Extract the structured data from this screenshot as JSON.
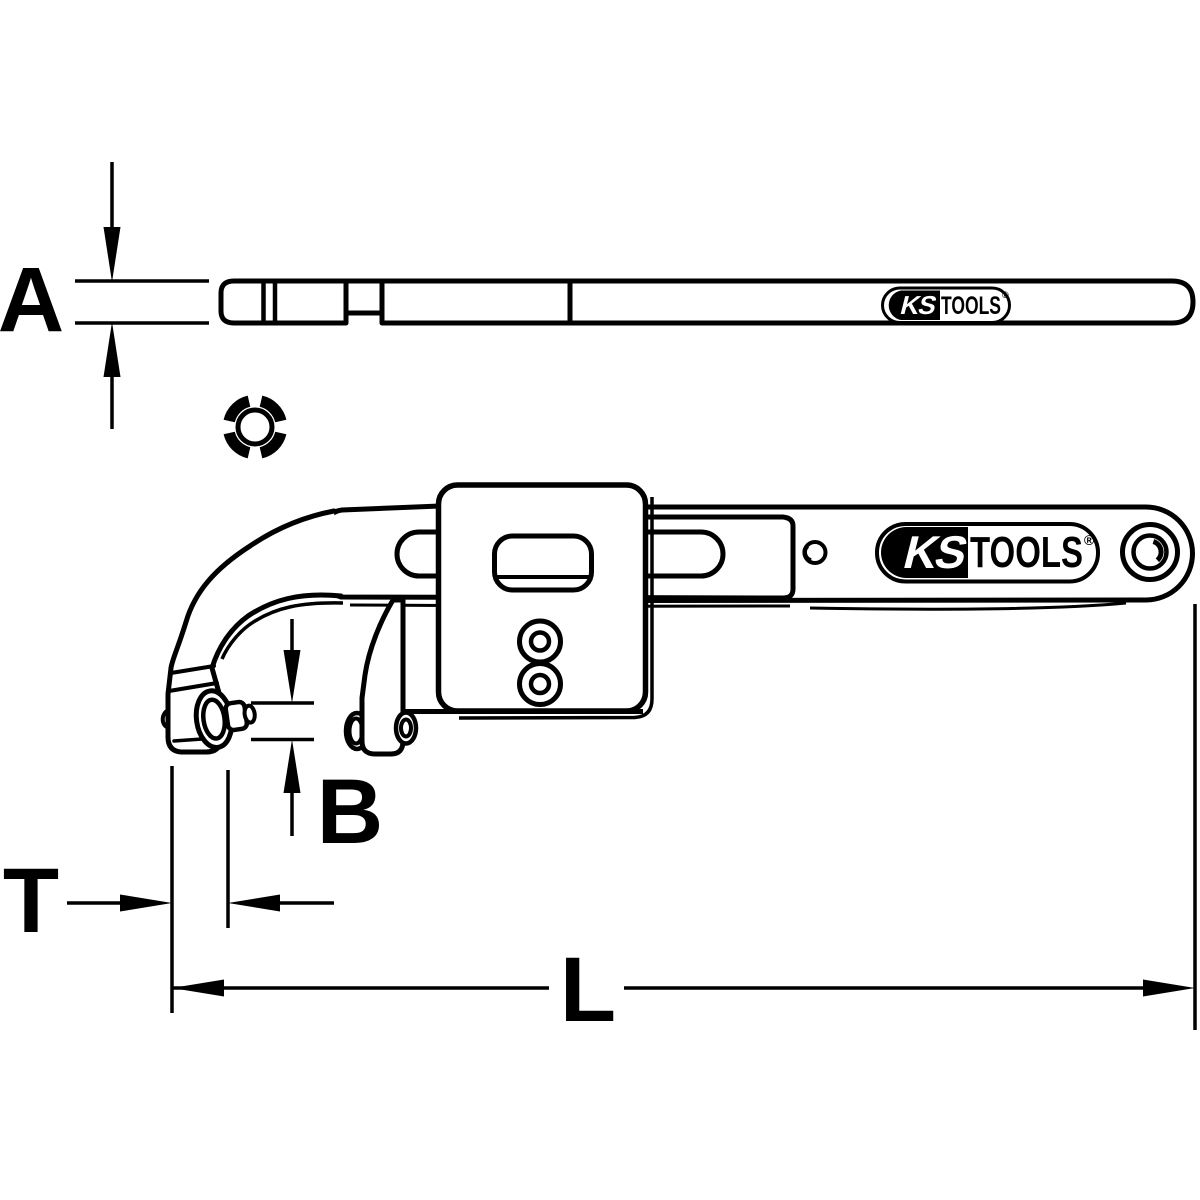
{
  "dimension_labels": {
    "a": "A",
    "b": "B",
    "t": "T",
    "l": "L"
  },
  "brand_logo": {
    "left_text": "KS",
    "right_text": "TOOLS",
    "registered_mark": "®"
  },
  "colors": {
    "line": "#000000",
    "background": "#ffffff"
  }
}
